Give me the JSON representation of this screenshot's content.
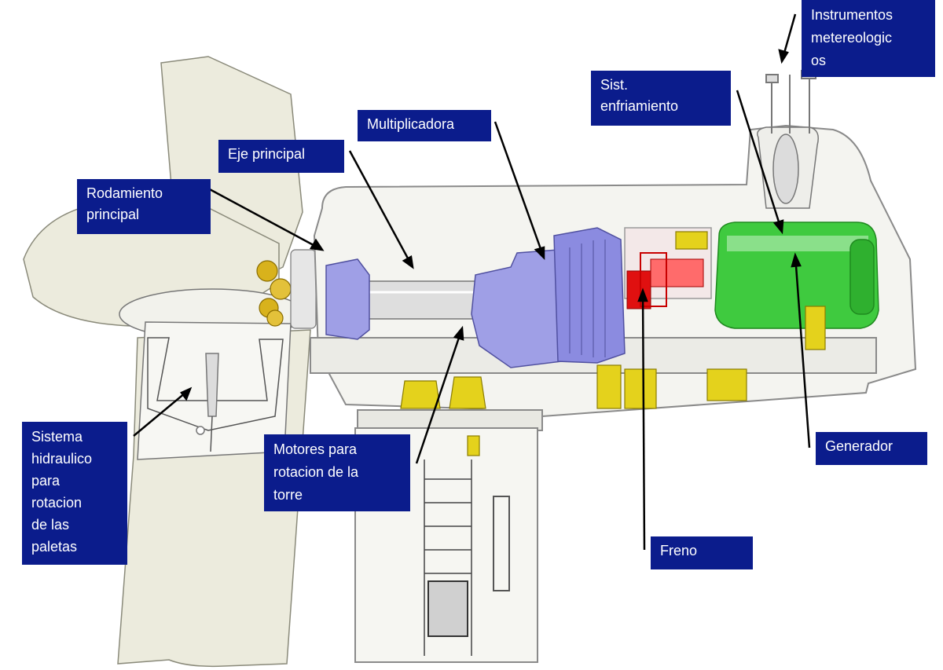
{
  "labels": {
    "rodamiento": "Rodamiento\nprincipal",
    "eje": "Eje principal",
    "multiplicadora": "Multiplicadora",
    "enfriamiento": "Sist.\nenfriamiento",
    "instrumentos": "Instrumentos\nmetereologic\nos",
    "hidraulico": "Sistema\nhidraulico\npara\nrotacion\nde las\npaletas",
    "motores": "Motores para\nrotacion de la\ntorre",
    "freno": "Freno",
    "generador": "Generador"
  },
  "colors": {
    "label_bg": "#0b1c8c",
    "label_text": "#ffffff",
    "gearbox": "#9f9fe6",
    "generator": "#3fca3f",
    "brake": "#e01010",
    "hydraulic": "#e4d21c",
    "bearing": "#d8b21c",
    "structure": "#f4f4f0",
    "blade": "#ecebdd",
    "outline": "#777777"
  }
}
